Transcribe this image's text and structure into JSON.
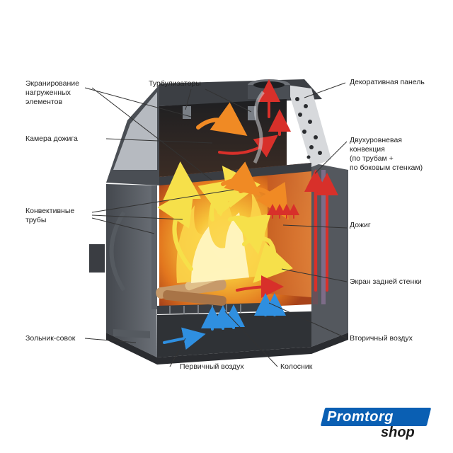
{
  "labels": {
    "screening": "Экранирование\nнагруженных\nэлементов",
    "turbulators": "Турбулизаторы",
    "decor_panel": "Декоративная панель",
    "afterburn_chamber": "Камера дожига",
    "two_level_convection": "Двухуровневая\nконвекция\n(по трубам +\nпо боковым стенкам)",
    "convection_tubes": "Конвективные\nтрубы",
    "afterburn": "Дожиг",
    "back_wall_screen": "Экран задней стенки",
    "ash_scoop": "Зольник-совок",
    "secondary_air": "Вторичный воздух",
    "primary_air": "Первичный воздух",
    "grate": "Колосник"
  },
  "logo": {
    "top": "Promtorg",
    "bottom": "shop"
  },
  "colors": {
    "steel_dark": "#3a3d42",
    "steel_mid": "#5c6066",
    "steel_light": "#9aa0a6",
    "fire_yellow": "#f6e04a",
    "fire_orange": "#f08a24",
    "hot_red": "#d8302a",
    "cold_blue": "#2f8fe0",
    "brand_blue": "#0a5fb3"
  }
}
